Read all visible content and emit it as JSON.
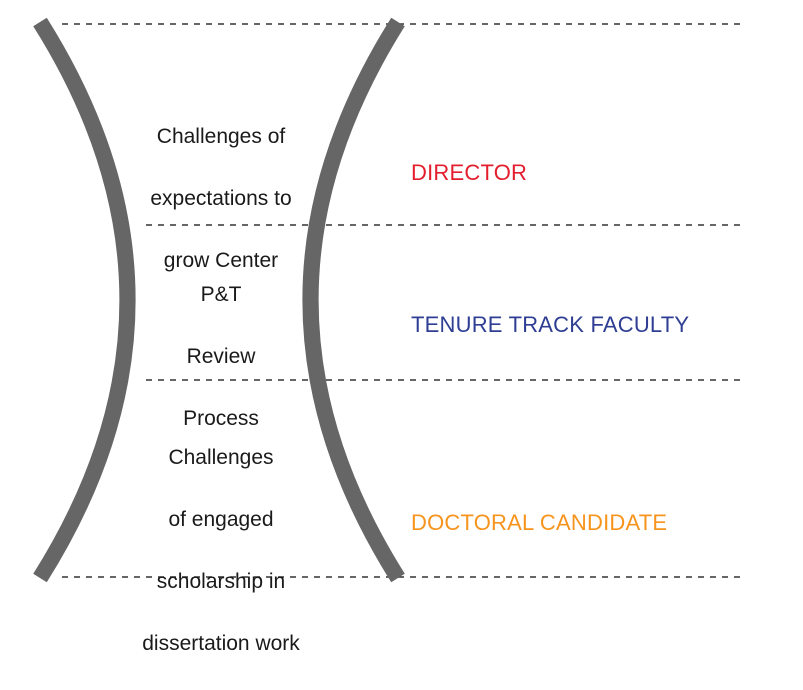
{
  "stages": [
    {
      "challenge_lines": [
        "Challenges of",
        "expectations to",
        "grow Center"
      ],
      "role": "DIRECTOR",
      "role_color": "#e31e2d"
    },
    {
      "challenge_lines": [
        "P&T",
        "Review",
        "Process"
      ],
      "role": "TENURE TRACK FACULTY",
      "role_color": "#2e3e93"
    },
    {
      "challenge_lines": [
        "Challenges",
        "of engaged",
        "scholarship in",
        "dissertation work"
      ],
      "role": "DOCTORAL CANDIDATE",
      "role_color": "#f7941d"
    }
  ],
  "colors": {
    "bracket": "#666666",
    "divider": "#333333",
    "text": "#1a1a1a"
  }
}
